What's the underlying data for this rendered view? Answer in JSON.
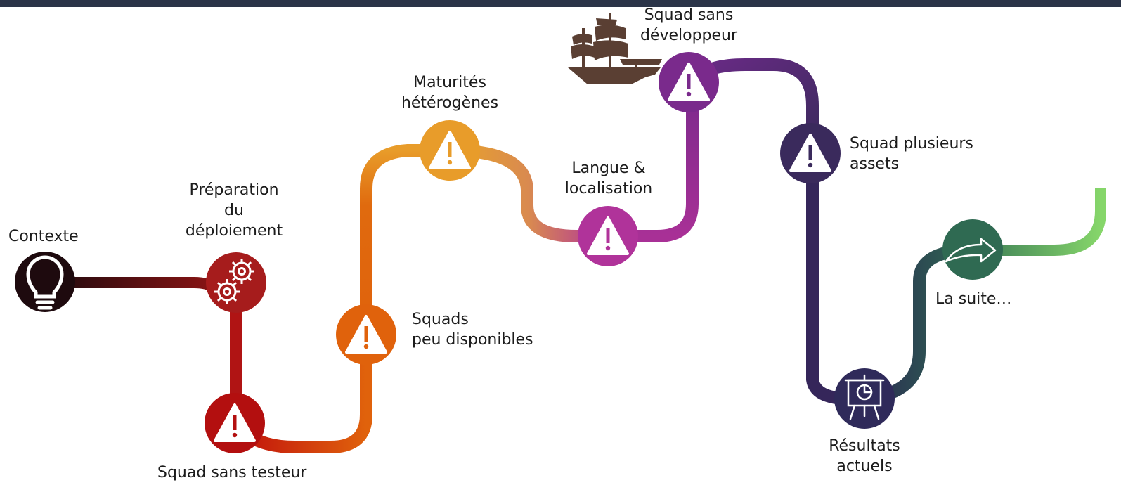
{
  "colors": {
    "topbar": "#2b3448",
    "contexte": "#1e0a0e",
    "preparation": "#a61c1c",
    "squad_sans_testeur": "#b30f0f",
    "squads_peu_disponibles": "#e0620c",
    "maturites": "#e89c2a",
    "langue": "#b0339a",
    "squad_sans_developpeur": "#7a2a8c",
    "squad_plusieurs_assets": "#3a2a5c",
    "resultats": "#2f2a5a",
    "la_suite": "#2f6a52",
    "end_green": "#86d66a"
  },
  "steps": [
    {
      "id": "contexte",
      "label": "Contexte",
      "icon": "lightbulb-icon"
    },
    {
      "id": "preparation",
      "label": "Préparation\ndu\ndéploiement",
      "icon": "gears-icon"
    },
    {
      "id": "squad_sans_testeur",
      "label": "Squad sans testeur",
      "icon": "warning-icon"
    },
    {
      "id": "squads_peu_disponibles",
      "label": "Squads\npeu disponibles",
      "icon": "warning-icon"
    },
    {
      "id": "maturites",
      "label": "Maturités\nhétérogènes",
      "icon": "warning-icon"
    },
    {
      "id": "langue",
      "label": "Langue &\nlocalisation",
      "icon": "warning-icon"
    },
    {
      "id": "squad_sans_developpeur",
      "label": "Squad sans\ndéveloppeur",
      "icon": "warning-icon"
    },
    {
      "id": "squad_plusieurs_assets",
      "label": "Squad plusieurs\nassets",
      "icon": "warning-icon"
    },
    {
      "id": "resultats",
      "label": "Résultats\nactuels",
      "icon": "presentation-chart-icon"
    },
    {
      "id": "la_suite",
      "label": "La suite…",
      "icon": "arrow-right-icon"
    }
  ],
  "decoration": {
    "ship": "pirate-ship-icon"
  }
}
